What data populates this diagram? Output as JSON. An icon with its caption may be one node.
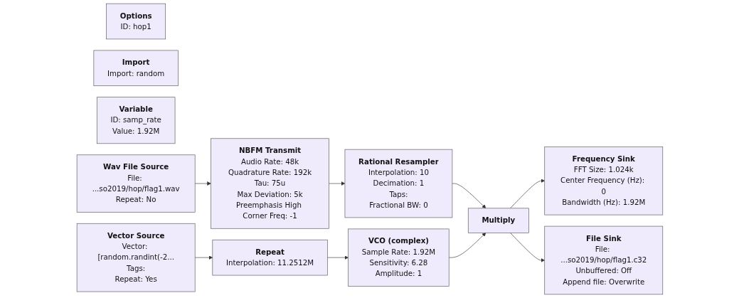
{
  "diagram": {
    "nodes": [
      {
        "text": [
          "Options",
          "ID: hop1"
        ]
      },
      {
        "text": [
          "Import",
          "Import: random"
        ]
      },
      {
        "text": [
          "Variable",
          "ID: samp_rate",
          "Value: 1.92M"
        ]
      },
      {
        "text": [
          "Wav File Source",
          "File: ...so2019/hop/flag1.wav",
          "Repeat: No"
        ]
      },
      {
        "text": [
          "NBFM Transmit",
          "Audio Rate: 48k",
          "Quadrature Rate: 192k",
          "Tau: 75u",
          "Max Deviation: 5k",
          "Preemphasis High Corner Freq: -1"
        ]
      },
      {
        "text": [
          "Rational Resampler",
          "Interpolation: 10",
          "Decimation: 1",
          "Taps:",
          "Fractional BW: 0"
        ]
      },
      {
        "text": [
          "Multiply"
        ]
      },
      {
        "text": [
          "Frequency Sink",
          "FFT Size: 1.024k",
          "Center Frequency (Hz): 0",
          "Bandwidth (Hz): 1.92M"
        ]
      },
      {
        "text": [
          "Vector Source",
          "Vector: [random.randint(-2...",
          "Tags:",
          "Repeat: Yes"
        ]
      },
      {
        "text": [
          "Repeat",
          "Interpolation: 11.2512M"
        ]
      },
      {
        "text": [
          "VCO (complex)",
          "Sample Rate: 1.92M",
          "Sensitivity: 6.28",
          "Amplitude: 1"
        ]
      },
      {
        "text": [
          "File Sink",
          "File: ...so2019/hop/flag1.c32",
          "Unbuffered: Off",
          "Append file: Overwrite"
        ]
      }
    ],
    "edges": [
      {
        "from": 3,
        "to": 4,
        "arrow": "to"
      },
      {
        "from": 4,
        "to": 5,
        "arrow": "to"
      },
      {
        "from": 5,
        "to": 6,
        "arrow": "to"
      },
      {
        "from": 8,
        "to": 9,
        "arrow": "to"
      },
      {
        "from": 9,
        "to": 10,
        "arrow": "to"
      },
      {
        "from": 10,
        "to": 6,
        "arrow": "to"
      },
      {
        "from": 6,
        "to": 7,
        "arrow": "to"
      },
      {
        "from": 6,
        "to": 11,
        "arrow": "to"
      }
    ]
  }
}
